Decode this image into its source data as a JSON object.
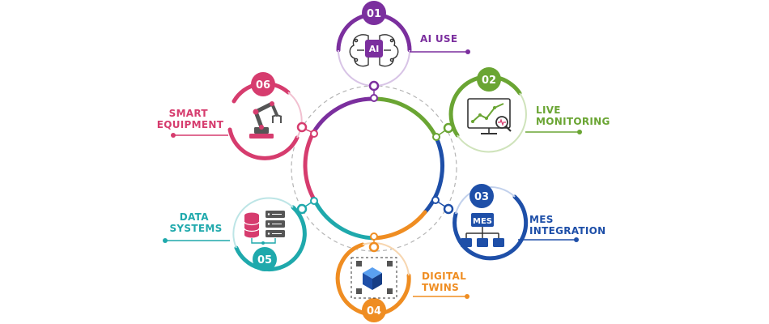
{
  "colors": {
    "purple": "#7b2f9e",
    "green": "#6aa533",
    "blue": "#1e4fa8",
    "orange": "#ef8d22",
    "teal": "#1fa9ac",
    "pink": "#d63c6e",
    "dash": "#b5b5b5"
  },
  "steps": [
    {
      "number": "01",
      "label_lines": [
        "AI USE"
      ],
      "icon": "ai-brain-icon",
      "icon_text": "AI",
      "color": "purple"
    },
    {
      "number": "02",
      "label_lines": [
        "LIVE",
        "MONITORING"
      ],
      "icon": "monitor-chart-icon",
      "color": "green"
    },
    {
      "number": "03",
      "label_lines": [
        "MES",
        "INTEGRATION"
      ],
      "icon": "mes-hierarchy-icon",
      "icon_text": "MES",
      "color": "blue"
    },
    {
      "number": "04",
      "label_lines": [
        "DIGITAL",
        "TWINS"
      ],
      "icon": "cube-network-icon",
      "color": "orange"
    },
    {
      "number": "05",
      "label_lines": [
        "DATA",
        "SYSTEMS"
      ],
      "icon": "database-server-icon",
      "color": "teal"
    },
    {
      "number": "06",
      "label_lines": [
        "SMART",
        "EQUIPMENT"
      ],
      "icon": "robot-arm-icon",
      "color": "pink"
    }
  ]
}
